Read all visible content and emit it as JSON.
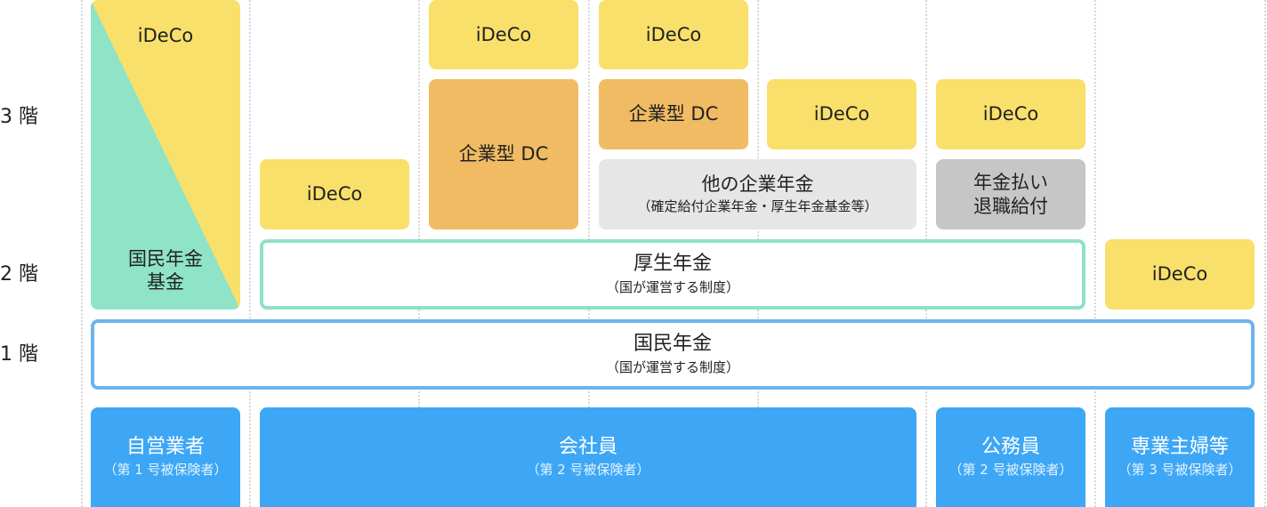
{
  "floors": [
    "3 階",
    "2 階",
    "1 階"
  ],
  "col1": {
    "ideco": "iDeCo",
    "kikin": "国民年金\n基金"
  },
  "col2": {
    "ideco": "iDeCo"
  },
  "col3": {
    "ideco": "iDeCo",
    "dc": "企業型 DC"
  },
  "col4": {
    "ideco": "iDeCo",
    "dc": "企業型 DC"
  },
  "col5": {
    "ideco": "iDeCo"
  },
  "col6": {
    "ideco": "iDeCo",
    "taishoku": "年金払い\n退職給付"
  },
  "col7": {
    "ideco": "iDeCo"
  },
  "other_pension": {
    "title": "他の企業年金",
    "sub": "（確定給付企業年金・厚生年金基金等）"
  },
  "kosei": {
    "title": "厚生年金",
    "sub": "（国が運営する制度）"
  },
  "kokumin": {
    "title": "国民年金",
    "sub": "（国が運営する制度）"
  },
  "categories": [
    {
      "title": "自営業者",
      "sub": "（第 1 号被保険者）"
    },
    {
      "title": "会社員",
      "sub": "（第 2 号被保険者）"
    },
    {
      "title": "公務員",
      "sub": "（第 2 号被保険者）"
    },
    {
      "title": "専業主婦等",
      "sub": "（第 3 号被保険者）"
    }
  ],
  "colors": {
    "ideco": "#f9e06a",
    "dc": "#f0bb62",
    "kikin": "#8fe3c6",
    "other": "#e6e6e6",
    "taishoku": "#c6c6c6",
    "category": "#3ea7f5",
    "kosei_border": "#8fe0c6",
    "kokumin_border": "#6db3ee"
  }
}
